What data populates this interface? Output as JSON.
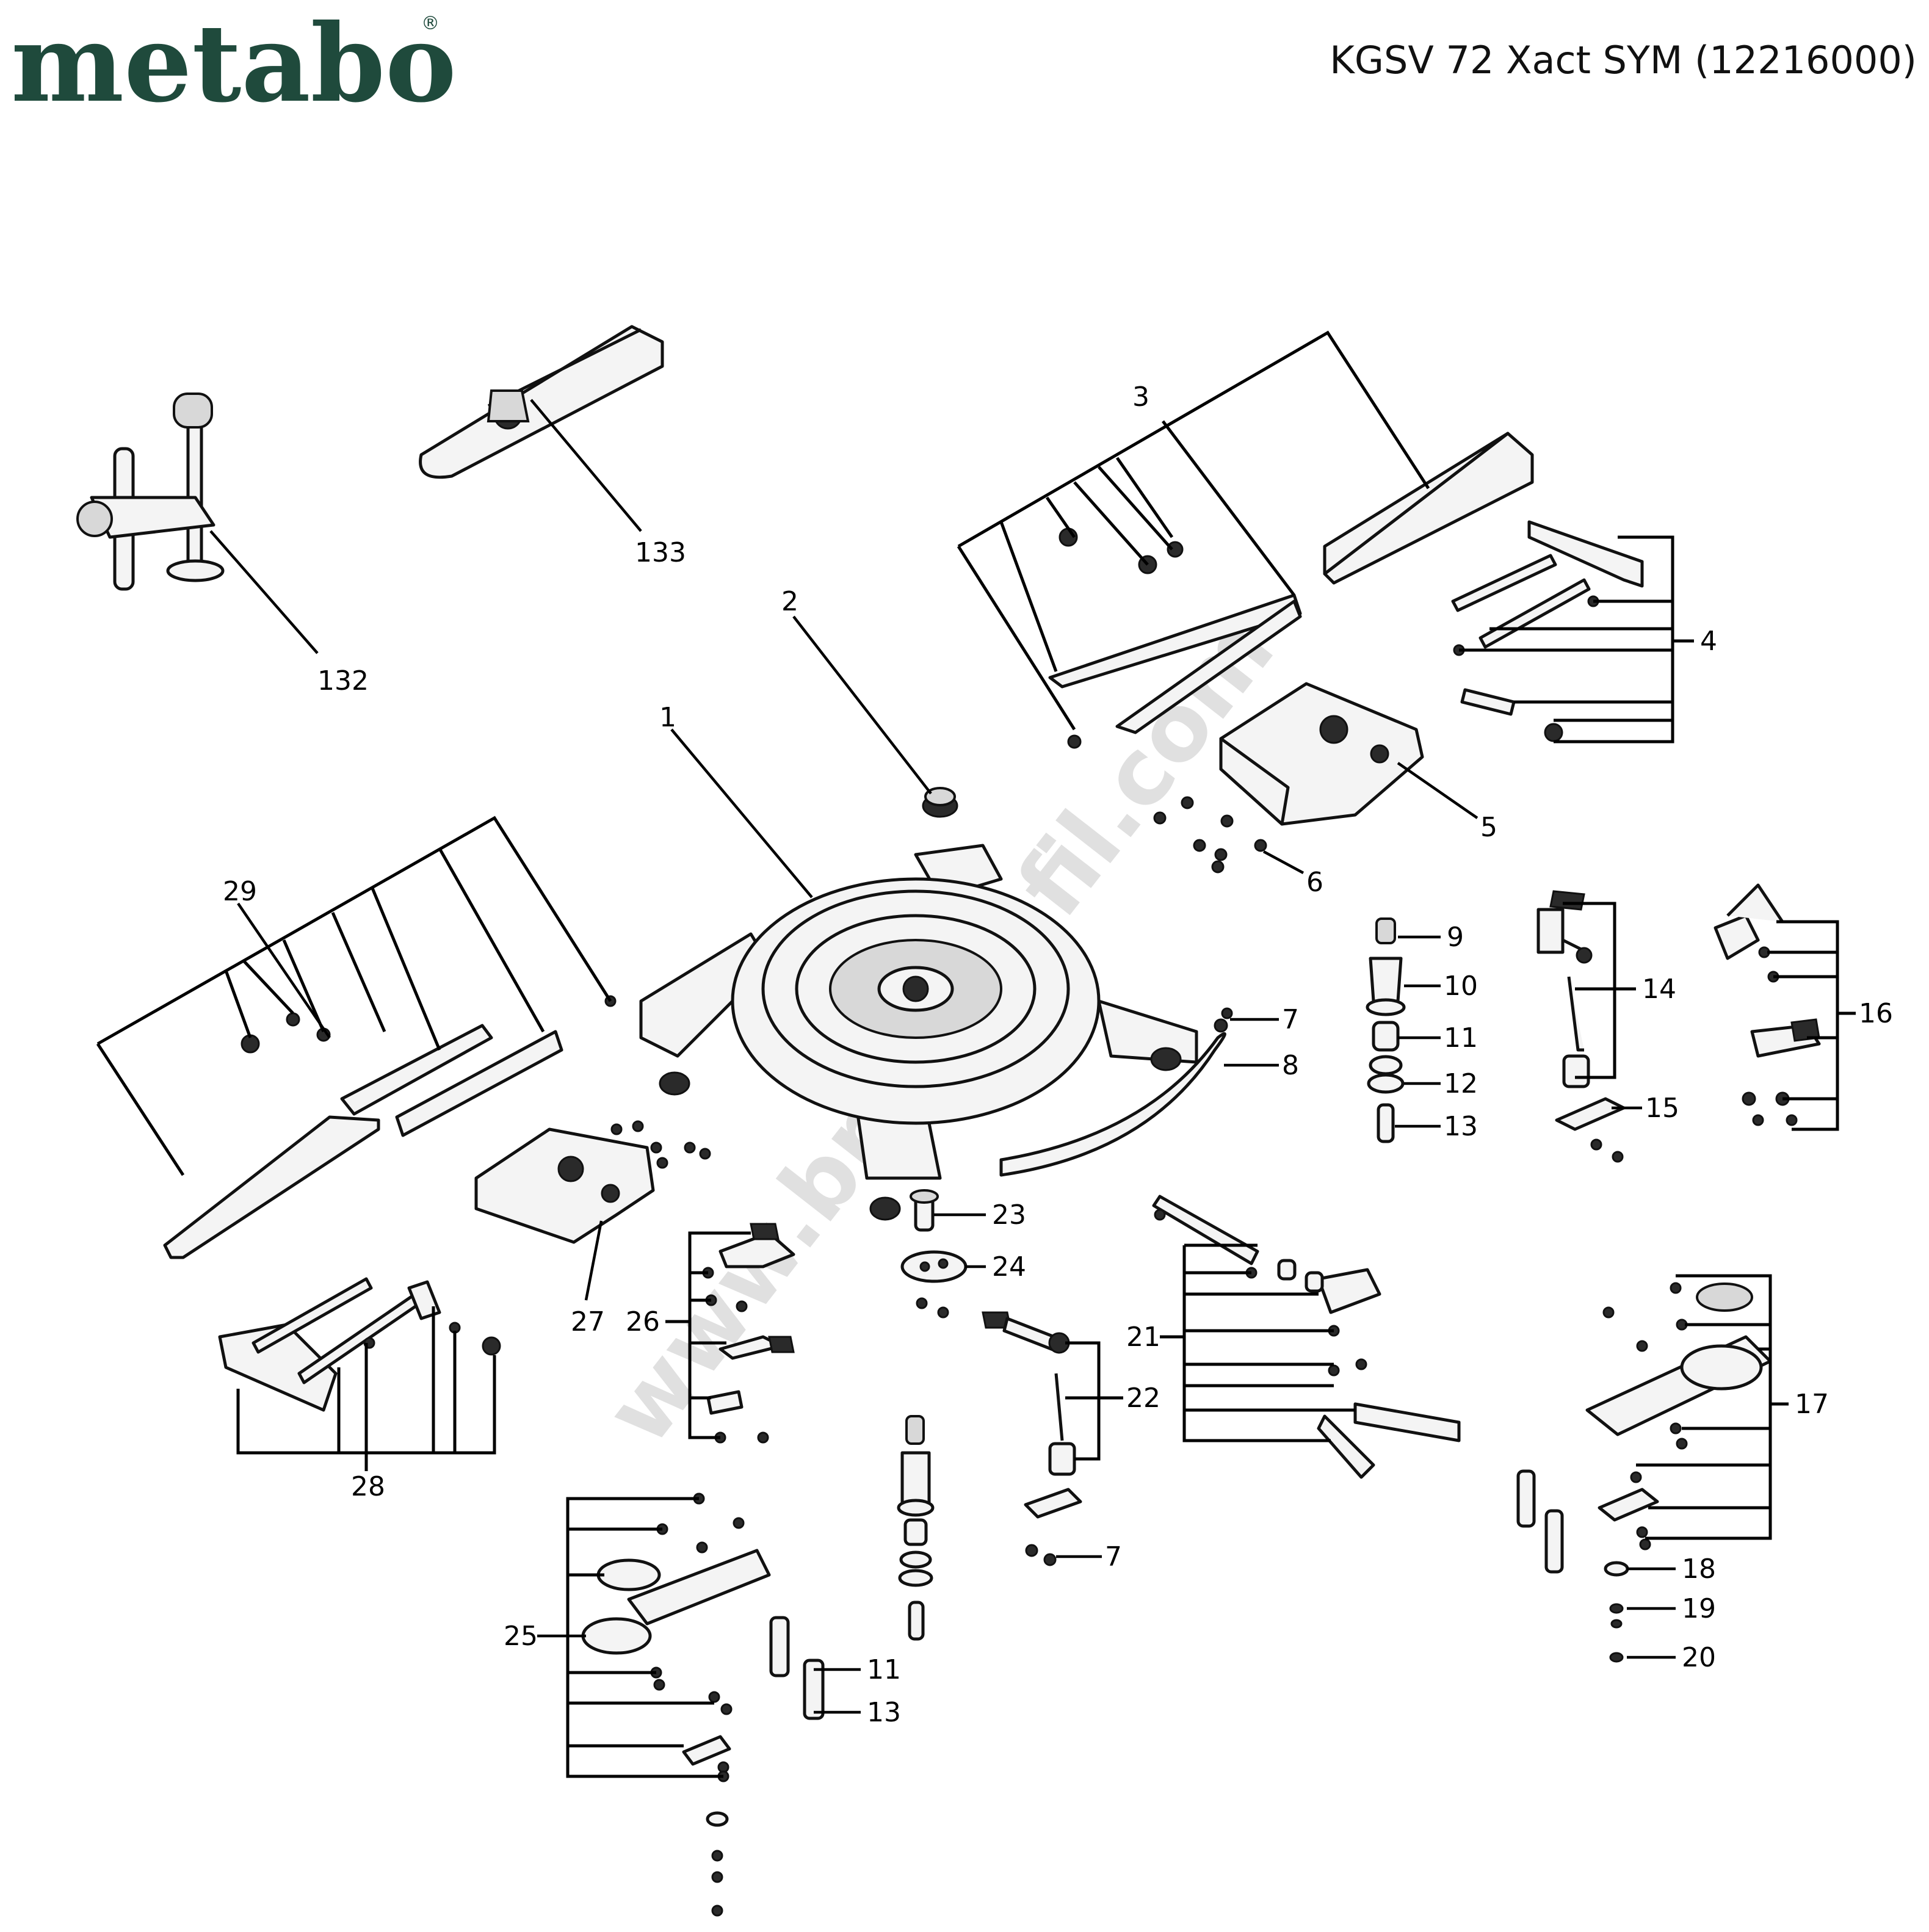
{
  "brand": {
    "logo_text": "metabo",
    "registered_mark": "®",
    "color": "#1f4a3c"
  },
  "header": {
    "model_title": "KGSV 72 Xact SYM (12216000)"
  },
  "watermark": {
    "text": "www.brillensfil.com",
    "color": "#c8c8c8"
  },
  "callouts": [
    {
      "id": "c132",
      "label": "132"
    },
    {
      "id": "c133",
      "label": "133"
    },
    {
      "id": "c2",
      "label": "2"
    },
    {
      "id": "c3",
      "label": "3"
    },
    {
      "id": "c4",
      "label": "4"
    },
    {
      "id": "c1",
      "label": "1"
    },
    {
      "id": "c5",
      "label": "5"
    },
    {
      "id": "c6",
      "label": "6"
    },
    {
      "id": "c29",
      "label": "29"
    },
    {
      "id": "c9",
      "label": "9"
    },
    {
      "id": "c10",
      "label": "10"
    },
    {
      "id": "c11a",
      "label": "11"
    },
    {
      "id": "c12",
      "label": "12"
    },
    {
      "id": "c13a",
      "label": "13"
    },
    {
      "id": "c14",
      "label": "14"
    },
    {
      "id": "c15",
      "label": "15"
    },
    {
      "id": "c16",
      "label": "16"
    },
    {
      "id": "c7a",
      "label": "7"
    },
    {
      "id": "c8",
      "label": "8"
    },
    {
      "id": "c23",
      "label": "23"
    },
    {
      "id": "c24",
      "label": "24"
    },
    {
      "id": "c27",
      "label": "27"
    },
    {
      "id": "c26",
      "label": "26"
    },
    {
      "id": "c28",
      "label": "28"
    },
    {
      "id": "c21",
      "label": "21"
    },
    {
      "id": "c22",
      "label": "22"
    },
    {
      "id": "c17",
      "label": "17"
    },
    {
      "id": "c7b",
      "label": "7"
    },
    {
      "id": "c18",
      "label": "18"
    },
    {
      "id": "c19",
      "label": "19"
    },
    {
      "id": "c20",
      "label": "20"
    },
    {
      "id": "c25",
      "label": "25"
    },
    {
      "id": "c11b",
      "label": "11"
    },
    {
      "id": "c13b",
      "label": "13"
    }
  ]
}
